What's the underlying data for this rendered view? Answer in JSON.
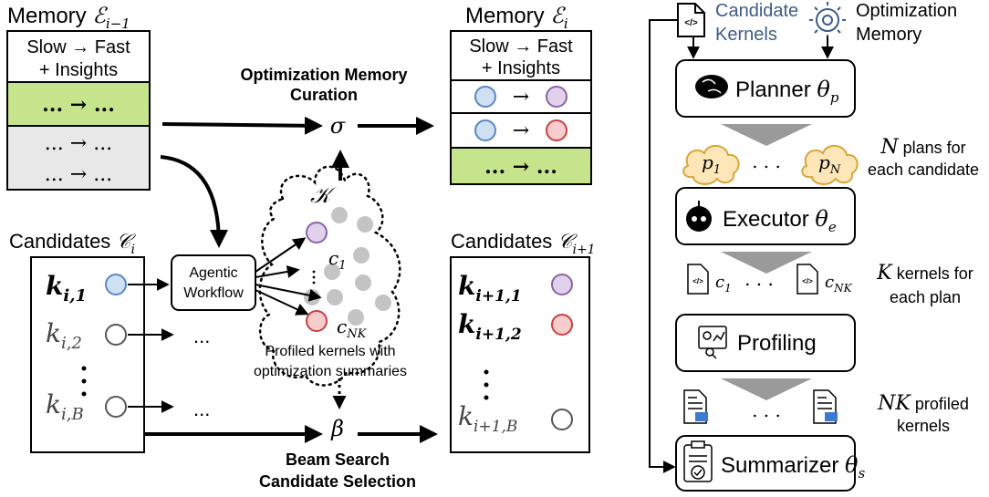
{
  "left": {
    "memory_prev": {
      "label": "Memory ",
      "math": "ℰ",
      "sub": "i−1",
      "header1": "Slow → Fast",
      "header2": "+ Insights",
      "rows": [
        "... → ...",
        "... → ...",
        "... → ..."
      ]
    },
    "memory_next": {
      "label": "Memory ",
      "math": "ℰ",
      "sub": "i",
      "header1": "Slow → Fast",
      "header2": "+ Insights",
      "rows": [
        "→",
        "→",
        "... → ..."
      ]
    },
    "curation_title": [
      "Optimization Memory",
      "Curation"
    ],
    "sigma": "σ",
    "kappa": "𝒦",
    "beta": "β",
    "beam_title": [
      "Beam Search",
      "Candidate Selection"
    ],
    "candidates_prev": {
      "label": "Candidates ",
      "math": "𝒞",
      "sub": "i",
      "k": "k",
      "subs": [
        "i,1",
        "i,2",
        "i,B"
      ]
    },
    "candidates_next": {
      "label": "Candidates ",
      "math": "𝒞",
      "sub": "i+1",
      "k": "k",
      "subs": [
        "i+1,1",
        "i+1,2",
        "i+1,B"
      ]
    },
    "agentic": [
      "Agentic",
      "Workflow"
    ],
    "c1": {
      "base": "c",
      "sub": "1"
    },
    "cnk": {
      "base": "c",
      "sub": "NK"
    },
    "ellipsis": "...",
    "profiled_caption": [
      "Profiled kernels with",
      "optimization summaries"
    ]
  },
  "right": {
    "candidate_kernels": [
      "Candidate",
      "Kernels"
    ],
    "optimization_memory": [
      "Optimization",
      "Memory"
    ],
    "planner": {
      "label": "Planner ",
      "theta": "θ",
      "sub": "p"
    },
    "executor": {
      "label": "Executor ",
      "theta": "θ",
      "sub": "e"
    },
    "profiling": "Profiling",
    "summarizer": {
      "label": "Summarizer ",
      "theta": "θ",
      "sub": "s"
    },
    "plans": {
      "p1": "p",
      "p1sub": "1",
      "pN": "p",
      "pNsub": "N",
      "dots": ". . ."
    },
    "n_plans": {
      "math": "N",
      "text1": " plans for",
      "text2": "each candidate"
    },
    "kernels": {
      "c1": "c",
      "c1sub": "1",
      "cNK": "c",
      "cNKsub": "NK",
      "dots": ". . ."
    },
    "k_kernels": {
      "math": "K",
      "text1": " kernels for",
      "text2": "each plan"
    },
    "nk_profiled": {
      "math": "NK",
      "text1": " profiled",
      "text2": "kernels"
    },
    "profiled_dots": ". . ."
  },
  "colors": {
    "green": "#c6e48b",
    "gray": "#e8e8e8",
    "blue_fill": "#cfe0f3",
    "blue_stroke": "#5a86c5",
    "purple_fill": "#e1d1ea",
    "purple_stroke": "#8a63a8",
    "red_fill": "#f7cccc",
    "red_stroke": "#c94040",
    "cloud_fill": "#fde7b8",
    "cloud_stroke": "#d9a53a",
    "dot_gray": "#c4c4c4"
  }
}
